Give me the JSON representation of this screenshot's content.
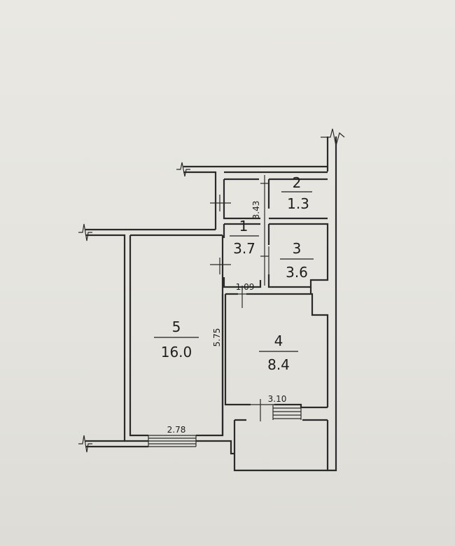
{
  "rooms": [
    {
      "id": "1",
      "number": "1",
      "area": "3.7"
    },
    {
      "id": "2",
      "number": "2",
      "area": "1.3"
    },
    {
      "id": "3",
      "number": "3",
      "area": "3.6"
    },
    {
      "id": "4",
      "number": "4",
      "area": "8.4"
    },
    {
      "id": "5",
      "number": "5",
      "area": "16.0"
    }
  ],
  "dimensions": {
    "d343": "3.43",
    "d109": "1.09",
    "d575": "5.75",
    "d310": "3.10",
    "d278": "2.78"
  }
}
